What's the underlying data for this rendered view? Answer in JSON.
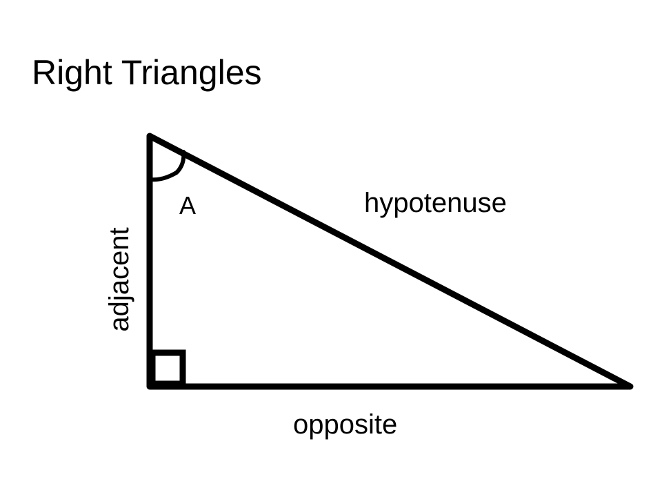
{
  "title": "Right Triangles",
  "labels": {
    "angle": "A",
    "hypotenuse": "hypotenuse",
    "adjacent": "adjacent",
    "opposite": "opposite"
  },
  "colors": {
    "stroke": "#000000",
    "background": "#ffffff"
  }
}
